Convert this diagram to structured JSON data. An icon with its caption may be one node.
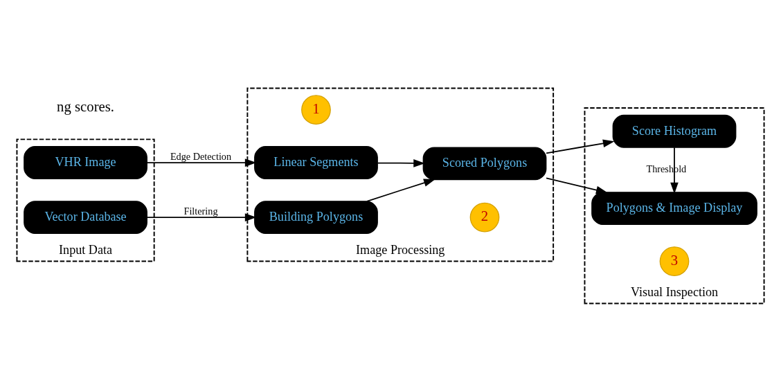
{
  "diagram": {
    "nodes": [
      {
        "text": [
          "Input Data"
        ]
      },
      {
        "text": [
          "VHR Image"
        ],
        "in": 0
      },
      {
        "text": [
          "Vector Database"
        ],
        "in": 0
      },
      {
        "text": [
          "Image Processing"
        ]
      },
      {
        "text": [
          "1"
        ],
        "in": 3
      },
      {
        "text": [
          "Linear Segments"
        ],
        "in": 3
      },
      {
        "text": [
          "Building Polygons"
        ],
        "in": 3
      },
      {
        "text": [
          "2"
        ],
        "in": 3
      },
      {
        "text": [
          "Scored Polygons"
        ],
        "in": 3
      },
      {
        "text": [
          "Visual Inspection"
        ]
      },
      {
        "text": [
          "Score Histogram"
        ],
        "in": 9
      },
      {
        "text": [
          "3"
        ],
        "in": 9
      },
      {
        "text": [
          "Polygons & Image Display"
        ],
        "in": 9
      }
    ],
    "edges": [
      {
        "from": 1,
        "to": 5,
        "arrow": "to",
        "label": "Edge Detection"
      },
      {
        "from": 2,
        "to": 6,
        "arrow": "to",
        "label": "Filtering"
      },
      {
        "from": 5,
        "to": 8,
        "arrow": "to"
      },
      {
        "from": 6,
        "to": 8,
        "arrow": "to"
      },
      {
        "from": 8,
        "to": 10,
        "arrow": "to"
      },
      {
        "from": 8,
        "to": 12,
        "arrow": "to"
      },
      {
        "from": 10,
        "to": 12,
        "arrow": "to",
        "label": "Threshold"
      }
    ],
    "labels": [
      "ng scores."
    ]
  }
}
